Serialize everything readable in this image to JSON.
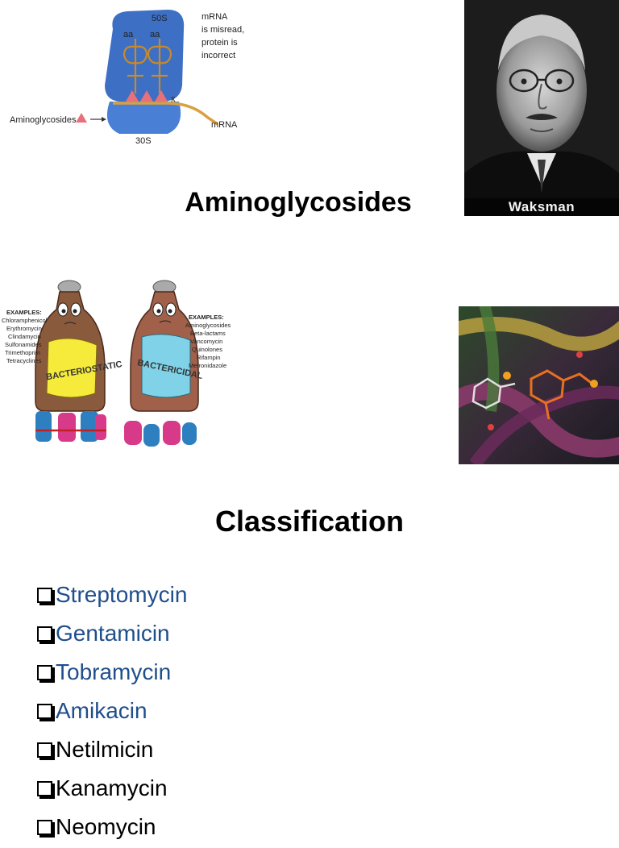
{
  "diagram": {
    "label_50s": "50S",
    "label_30s": "30S",
    "label_aa_1": "aa",
    "label_aa_2": "aa",
    "label_x": "x",
    "note_line_1": "mRNA",
    "note_line_2": "is misread,",
    "note_line_3": "protein is",
    "note_line_4": "incorrect",
    "label_mrna": "mRNA",
    "label_aminoglycosides": "Aminoglycosides",
    "colors": {
      "ribosome": "#3d6fc4",
      "mrna": "#d9a040",
      "drug": "#e8707a"
    }
  },
  "photo": {
    "caption": "Waksman"
  },
  "title": "Aminoglycosides",
  "bottles": {
    "left_examples_title": "EXAMPLES:",
    "left_examples": [
      "Chloramphenicol",
      "Erythromycin",
      "Clindamycin",
      "Sulfonamides",
      "Trimethoprim",
      "Tetracyclines"
    ],
    "left_label": "BACTERIOSTATIC",
    "right_examples_title": "EXAMPLES:",
    "right_examples": [
      "Aminoglycosides",
      "Beta-lactams",
      "Vancomycin",
      "Quinolones",
      "Rifampin",
      "Metronidazole"
    ],
    "right_label": "BACTERICIDAL"
  },
  "classification": {
    "heading": "Classification",
    "items": [
      {
        "label": "Streptomycin",
        "color": "blue"
      },
      {
        "label": "Gentamicin",
        "color": "blue"
      },
      {
        "label": "Tobramycin",
        "color": "blue"
      },
      {
        "label": "Amikacin",
        "color": "blue"
      },
      {
        "label": "Netilmicin",
        "color": "black"
      },
      {
        "label": "Kanamycin",
        "color": "black"
      },
      {
        "label": "Neomycin",
        "color": "black"
      }
    ]
  }
}
